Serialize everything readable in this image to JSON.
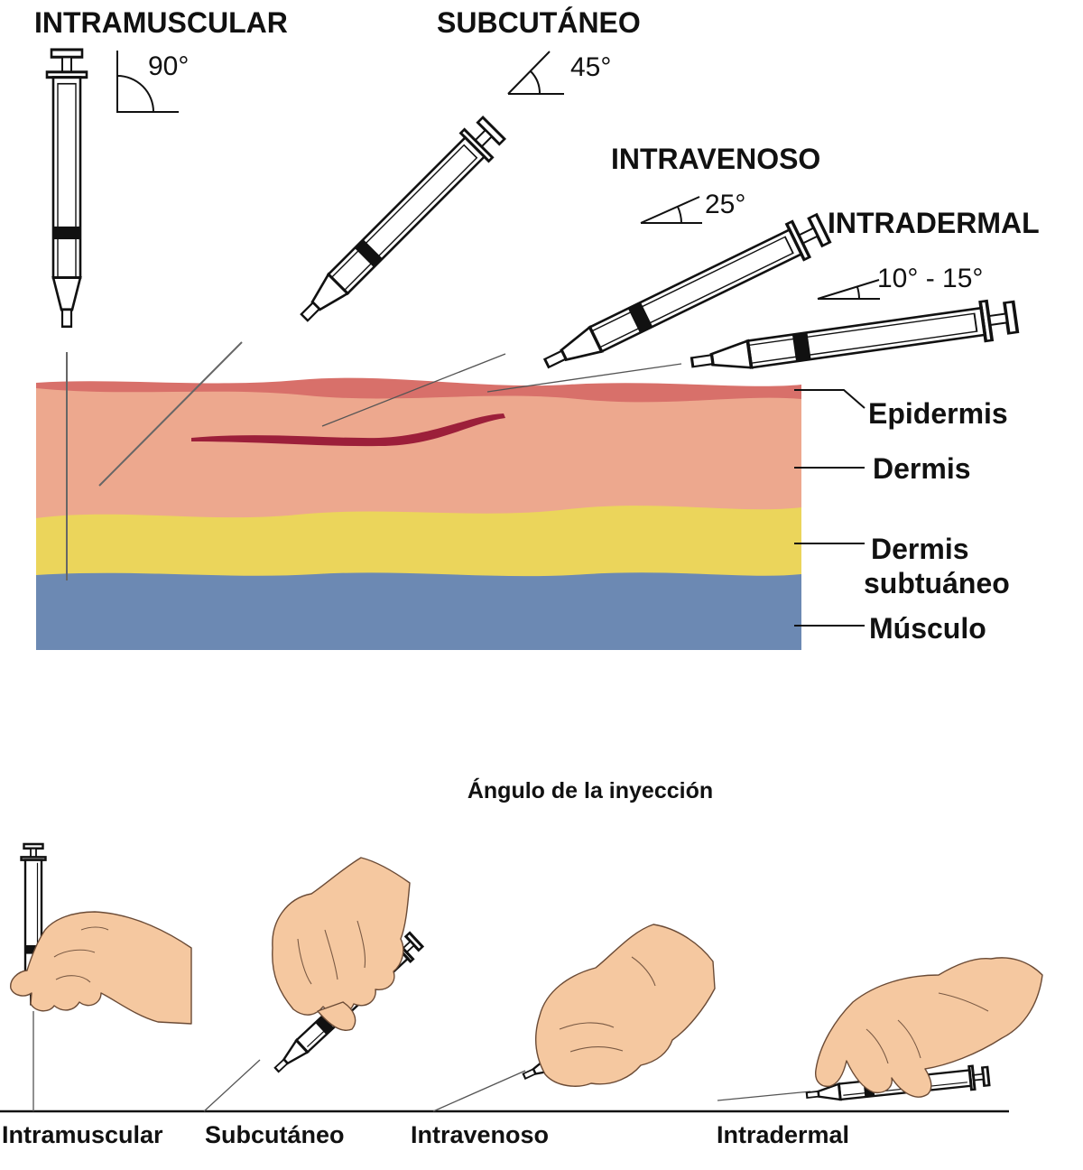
{
  "top_diagram": {
    "methods": {
      "intramuscular": {
        "label": "INTRAMUSCULAR",
        "angle": "90°"
      },
      "subcutaneo": {
        "label": "SUBCUTÁNEO",
        "angle": "45°"
      },
      "intravenoso": {
        "label": "INTRAVENOSO",
        "angle": "25°"
      },
      "intradermal": {
        "label": "INTRADERMAL",
        "angle": "10° - 15°"
      }
    },
    "layers": {
      "epidermis": "Epidermis",
      "dermis": "Dermis",
      "subcutaneous_line1": "Dermis",
      "subcutaneous_line2": "subtuáneo",
      "muscle": "Músculo"
    },
    "colors": {
      "epidermis": "#d8706a",
      "dermis": "#eda88e",
      "subcutaneous": "#ebd55b",
      "muscle": "#6c89b3",
      "vein": "#9c1f3a"
    }
  },
  "bottom_diagram": {
    "title": "Ángulo de la inyección",
    "captions": {
      "intramuscular": "Intramuscular",
      "subcutaneo": "Subcutáneo",
      "intravenoso": "Intravenoso",
      "intradermal": "Intradermal"
    },
    "skin_color": "#f5c8a0"
  }
}
